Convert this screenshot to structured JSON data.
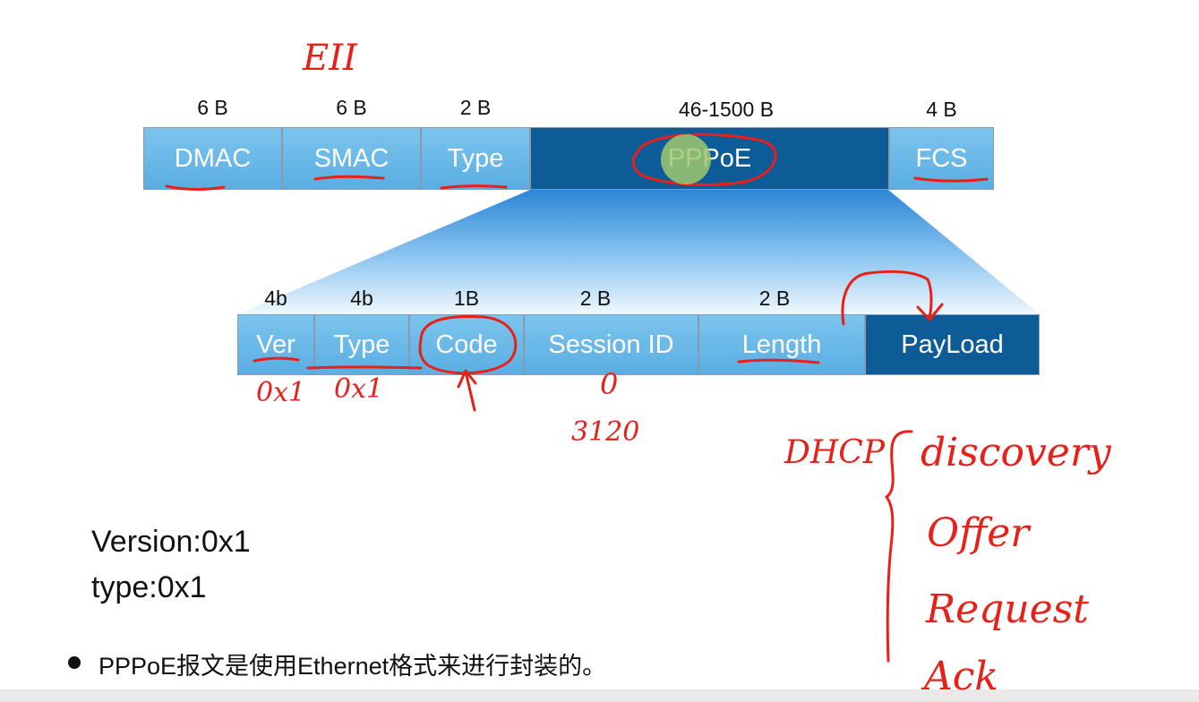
{
  "outer_sizes": [
    "6 B",
    "6 B",
    "2 B",
    "46-1500 B",
    "4 B"
  ],
  "outer_fields": [
    "DMAC",
    "SMAC",
    "Type",
    "PPPoE",
    "FCS"
  ],
  "inner_sizes": [
    "4b",
    "4b",
    "1B",
    "2 B",
    "2 B"
  ],
  "inner_fields": [
    "Ver",
    "Type",
    "Code",
    "Session ID",
    "Length",
    "PayLoad"
  ],
  "desc": {
    "version": "Version:0x1",
    "type": "type:0x1"
  },
  "bullet": "PPPoE报文是使用Ethernet格式来进行封装的。",
  "handwriting": {
    "frame_note": "EII",
    "ver_note": "0x1",
    "type_note": "0x1",
    "session_note": "0",
    "session_note2": "3120",
    "dhcp_label": "DHCP",
    "dhcp_items": [
      "discovery",
      "Offer",
      "Request",
      "Ack"
    ]
  },
  "colors": {
    "light_field": "#5aaee3",
    "dark_field": "#0d5c98",
    "annotation": "#e8201a"
  }
}
